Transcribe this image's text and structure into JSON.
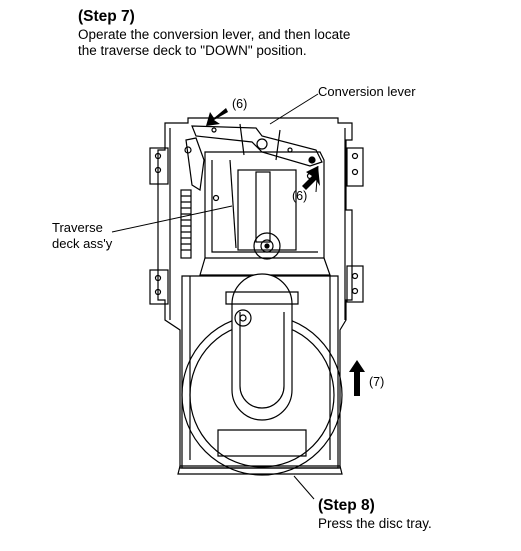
{
  "step7": {
    "title": "(Step 7)",
    "line1": "Operate the conversion lever, and then locate",
    "line2": "the traverse deck to \"DOWN\" position."
  },
  "labels": {
    "conversion_lever": "Conversion lever",
    "screw_top": "(6)",
    "screw_right": "(6)",
    "traverse_line1": "Traverse",
    "traverse_line2": "deck ass'y",
    "arrow_7": "(7)"
  },
  "step8": {
    "title": "(Step 8)",
    "text": "Press the disc tray."
  }
}
